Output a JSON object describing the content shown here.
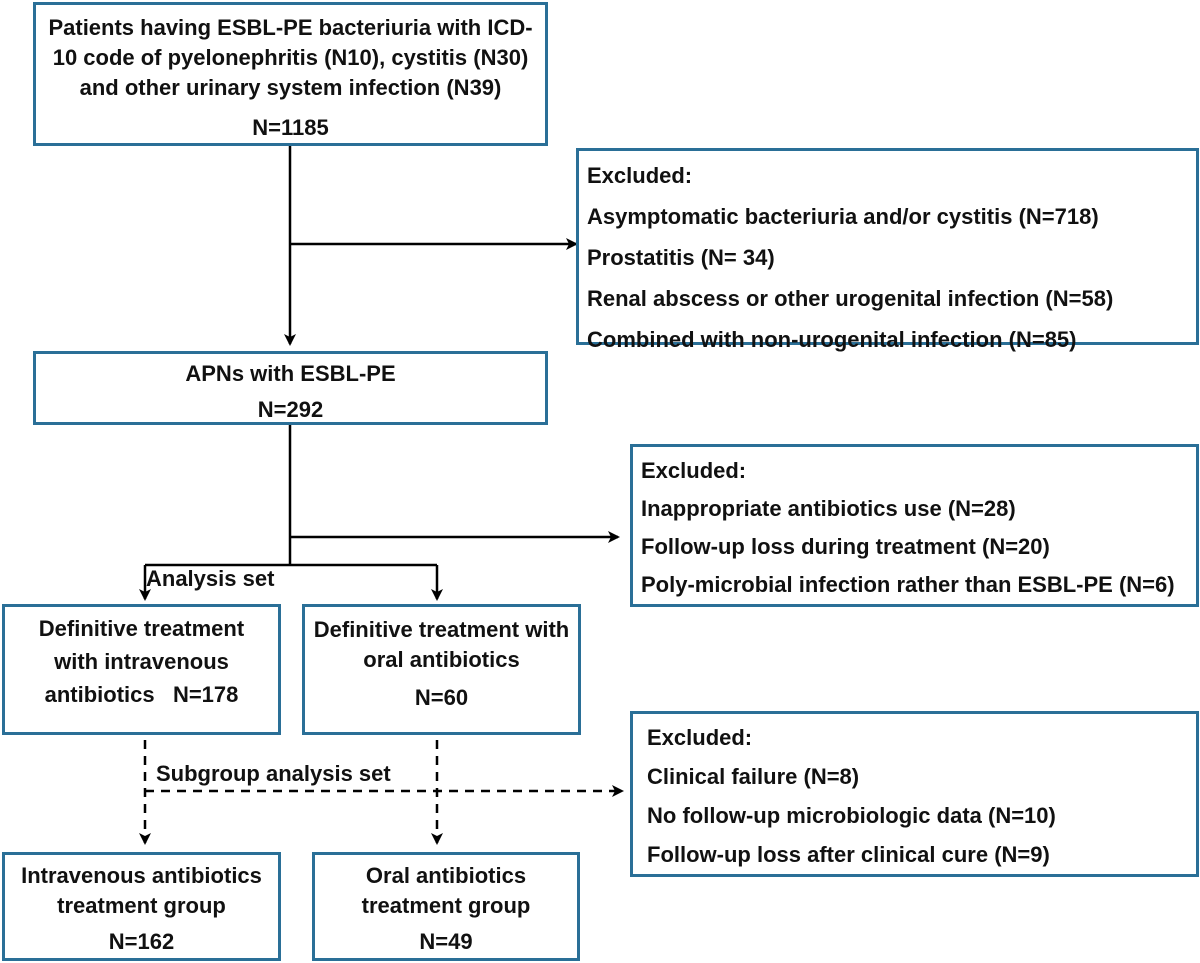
{
  "start": {
    "lines": [
      "Patients having ESBL-PE bacteriuria with ICD-",
      "10 code of pyelonephritis (N10), cystitis (N30)",
      "and other urinary system infection (N39)"
    ],
    "count": "N=1185"
  },
  "excluded1": {
    "heading": "Excluded:",
    "items": [
      "Asymptomatic bacteriuria and/or cystitis (N=718)",
      "Prostatitis (N= 34)",
      "Renal abscess or other urogenital infection  (N=58)",
      "Combined with non-urogenital infection (N=85)"
    ]
  },
  "apn": {
    "title": "APNs with ESBL-PE",
    "count": "N=292"
  },
  "excluded2": {
    "heading": "Excluded:",
    "items": [
      "Inappropriate antibiotics use (N=28)",
      "Follow-up loss during treatment (N=20)",
      "Poly-microbial infection rather than ESBL-PE (N=6)"
    ]
  },
  "analysis_set": "Analysis set",
  "iv_def": {
    "lines": [
      "Definitive treatment",
      "with intravenous",
      "antibiotics   N=178"
    ]
  },
  "oral_def": {
    "lines": [
      "Definitive treatment with",
      "oral antibiotics"
    ],
    "count": "N=60"
  },
  "subgroup_set": "Subgroup analysis set",
  "excluded3": {
    "heading": "Excluded:",
    "items": [
      "Clinical failure (N=8)",
      "No follow-up microbiologic data (N=10)",
      "Follow-up loss after clinical cure (N=9)"
    ]
  },
  "iv_group": {
    "lines": [
      "Intravenous antibiotics",
      "treatment group"
    ],
    "count": "N=162"
  },
  "oral_group": {
    "lines": [
      "Oral antibiotics",
      "treatment group"
    ],
    "count": "N=49"
  },
  "colors": {
    "border": "#2a6f97",
    "text": "#111111",
    "arrow": "#000000"
  }
}
